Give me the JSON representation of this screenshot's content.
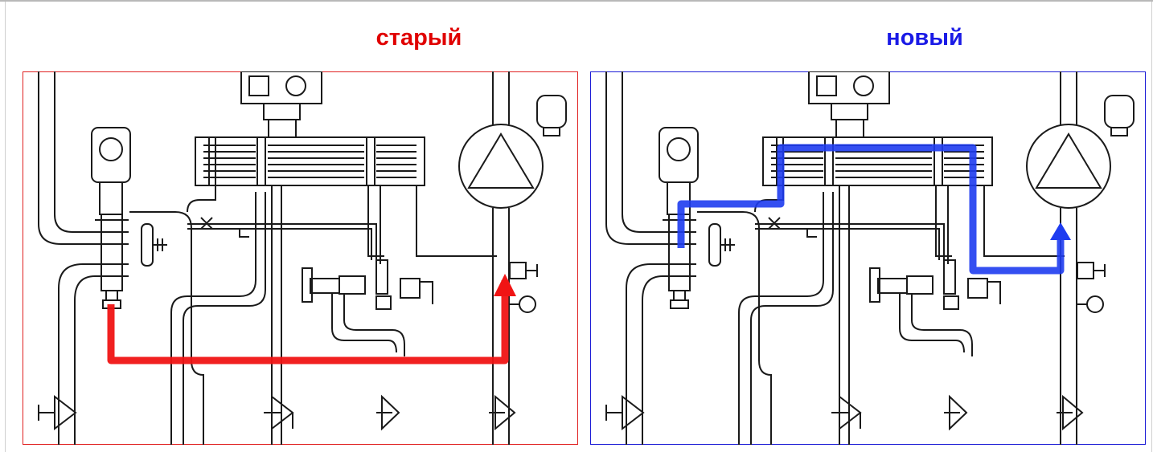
{
  "panels": [
    {
      "id": "old",
      "title": "старый",
      "color": "#e00000",
      "border": "#e02020"
    },
    {
      "id": "new",
      "title": "новый",
      "color": "#1a1ae6",
      "border": "#1c1cd6"
    }
  ],
  "colors": {
    "line": "#1a1a1a",
    "old_path": "#f01414",
    "new_path": "#1e3cf0"
  }
}
